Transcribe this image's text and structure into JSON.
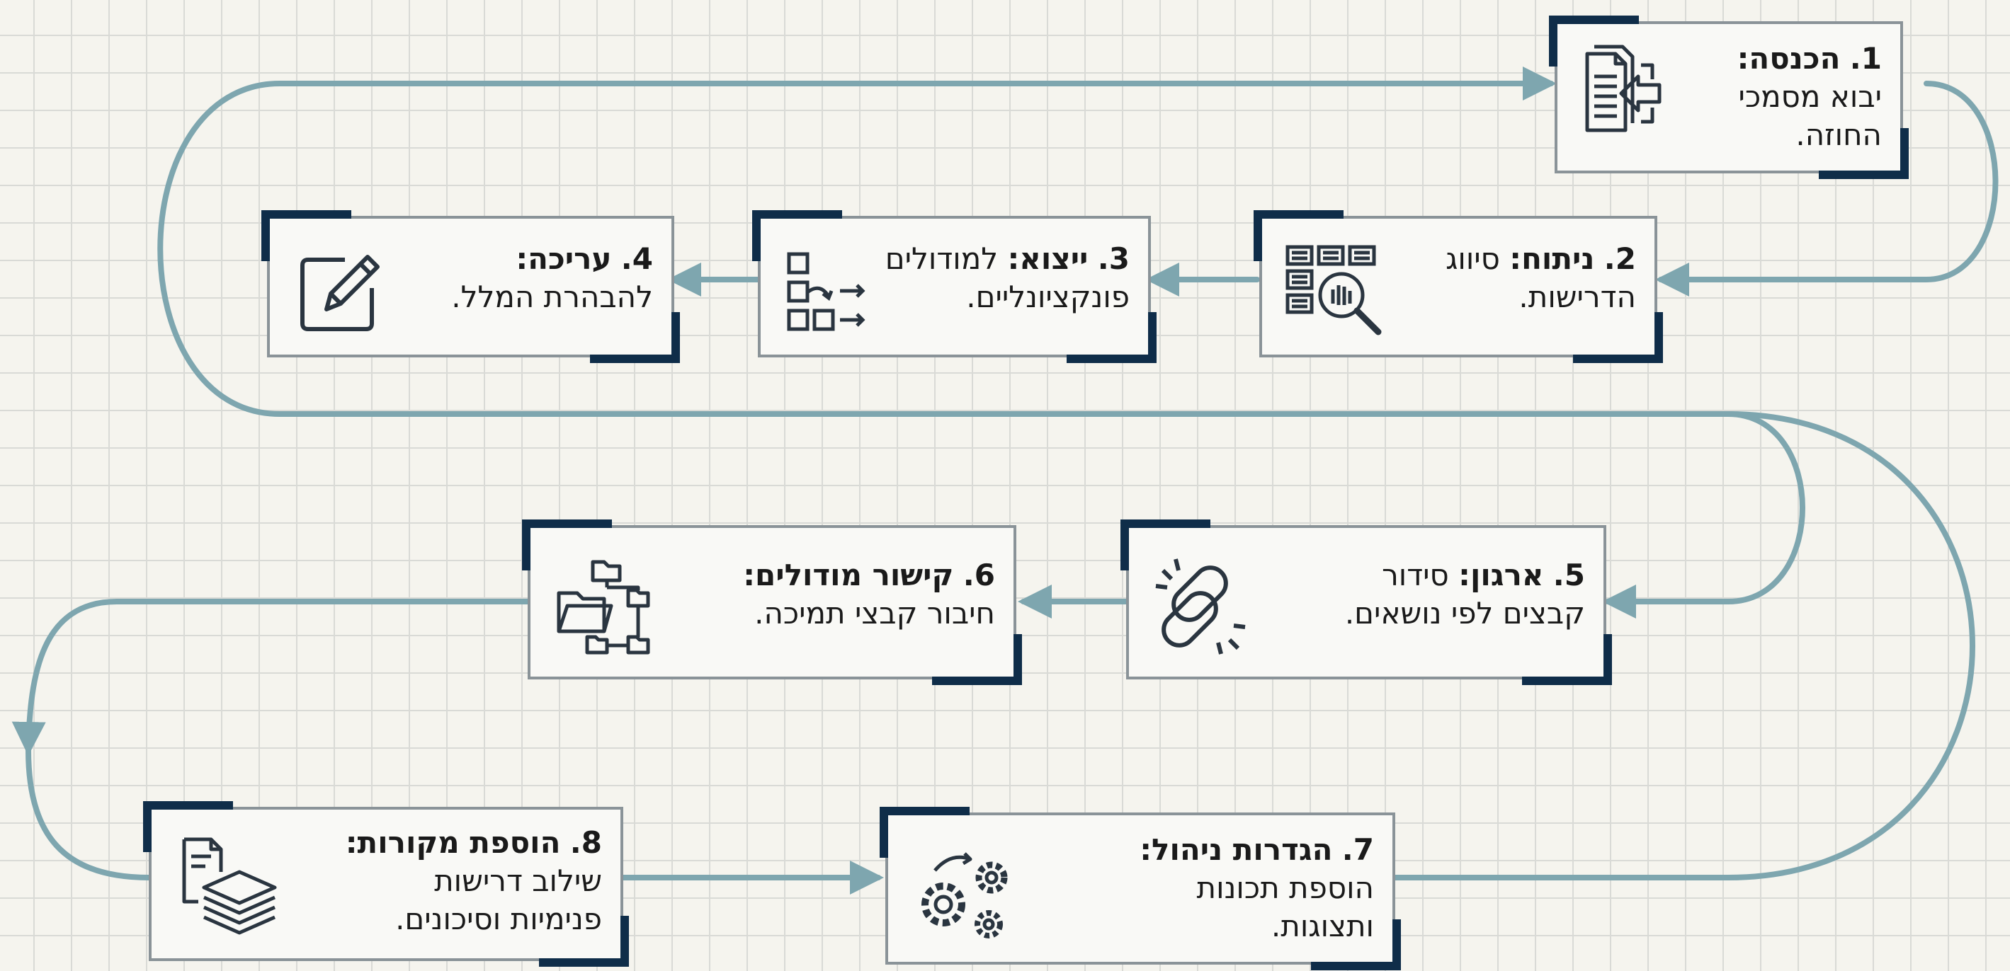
{
  "steps": [
    {
      "id": 1,
      "num": "1.",
      "title": "הכנסה:",
      "lines": [
        "יבוא מסמכי",
        "החוזה."
      ],
      "icon": "document-import-icon"
    },
    {
      "id": 2,
      "num": "2.",
      "title": "ניתוח:",
      "lines": [
        "סיווג",
        "הדרישות."
      ],
      "icon": "document-search-icon"
    },
    {
      "id": 3,
      "num": "3.",
      "title": "ייצוא:",
      "lines": [
        "למודולים",
        "פונקציונליים."
      ],
      "icon": "module-export-icon"
    },
    {
      "id": 4,
      "num": "4.",
      "title": "עריכה:",
      "lines": [
        "להבהרת המלל."
      ],
      "icon": "edit-pencil-icon"
    },
    {
      "id": 5,
      "num": "5.",
      "title": "ארגון:",
      "lines": [
        "סידור",
        "קבצים לפי נושאים."
      ],
      "icon": "link-icon"
    },
    {
      "id": 6,
      "num": "6.",
      "title": "קישור מודולים:",
      "lines": [
        "חיבור קבצי תמיכה."
      ],
      "icon": "folder-tree-icon"
    },
    {
      "id": 7,
      "num": "7.",
      "title": "הגדרות ניהול:",
      "lines": [
        "הוספת תכונות",
        "ותצוגות."
      ],
      "icon": "gears-icon"
    },
    {
      "id": 8,
      "num": "8.",
      "title": "הוספת מקורות:",
      "lines": [
        "שילוב דרישות",
        "פנימיות וסיכונים."
      ],
      "icon": "layers-icon"
    }
  ],
  "colors": {
    "connector": "#7ea6af",
    "corner": "#0f2d49",
    "box_border": "#8a9398",
    "icon": "#2a3540"
  }
}
